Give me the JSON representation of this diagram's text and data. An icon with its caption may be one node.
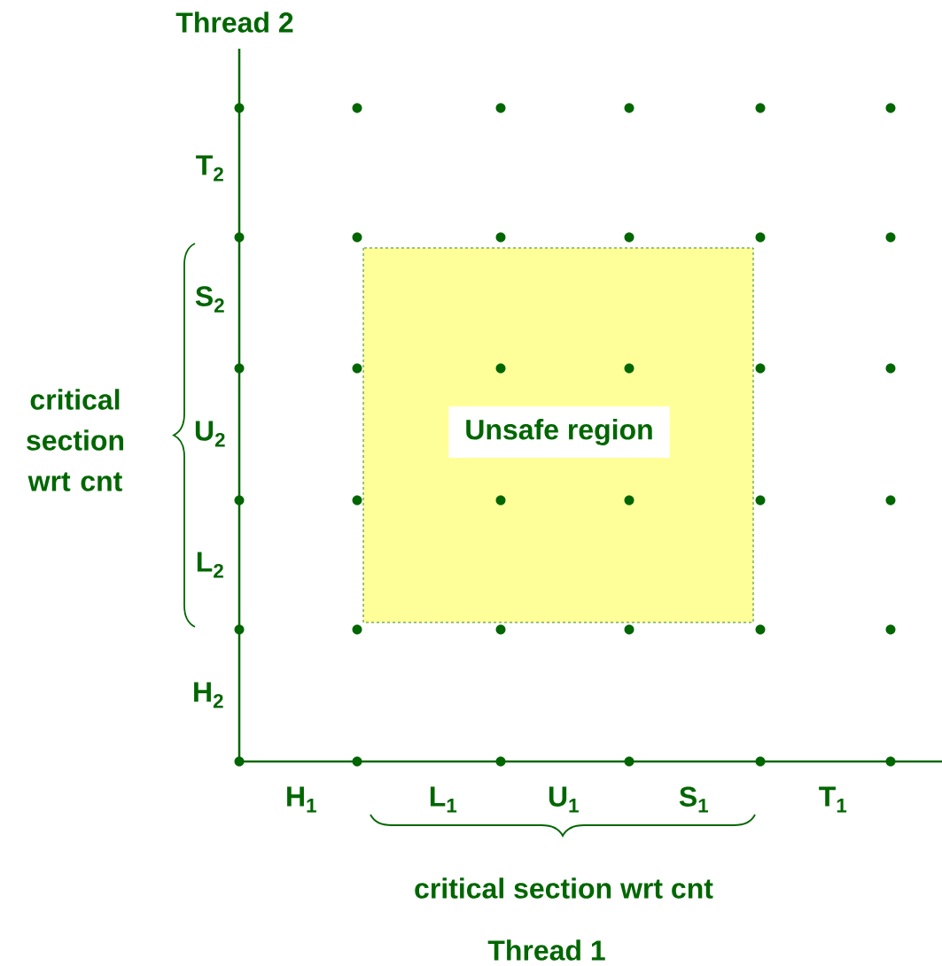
{
  "diagram": {
    "nodes": [
      {
        "text": [
          "Unsafe region"
        ]
      }
    ],
    "labels": [
      "Thread 2",
      "T$_{2}$",
      "S$_{2}$",
      "critical section wrt cnt",
      "U$_{2}$",
      "L$_{2}$",
      "H$_{2}$",
      "H$_{1}$",
      "L$_{1}$",
      "U$_{1}$",
      "S$_{1}$",
      "T$_{1}$",
      "critical section wrt cnt",
      "Thread 1"
    ]
  }
}
